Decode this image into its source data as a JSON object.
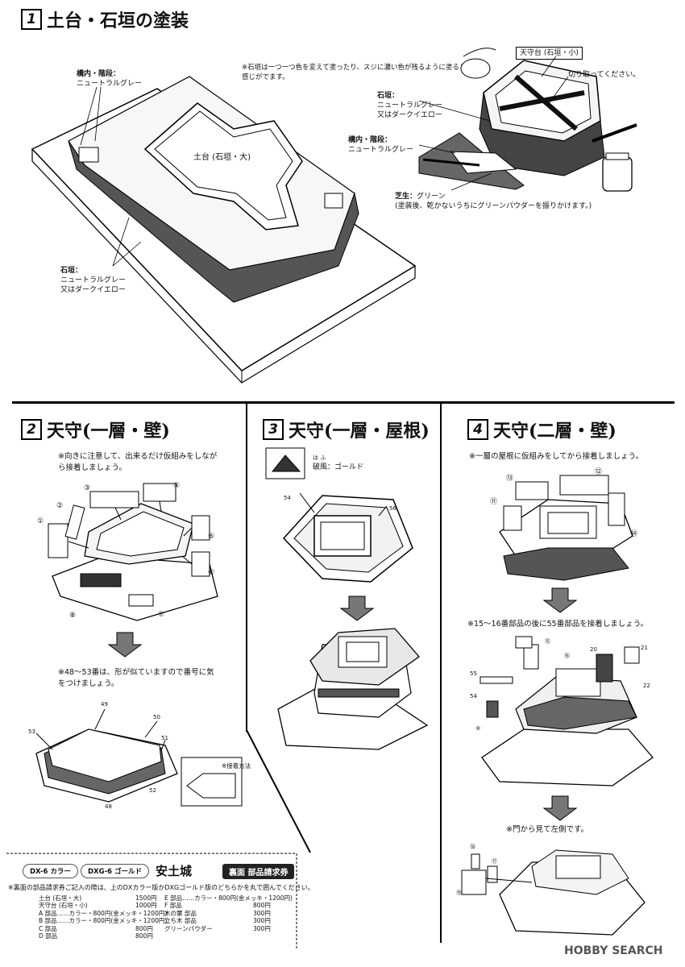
{
  "step1": {
    "num": "1",
    "title": "土台・石垣の塗装",
    "note": "※石垣は一つ一つ色を変えて塗ったり、スジに濃い色が残るように塗ると感じがでます。",
    "labels": {
      "kounai_left": {
        "title": "構内・階段：",
        "color": "ニュートラルグレー"
      },
      "dodai": "土台 (石垣・大)",
      "ishigaki_left": {
        "title": "石垣：",
        "line1": "ニュートラルグレー",
        "line2": "又はダークイエロー"
      },
      "tenshudai": "天守台 (石垣・小)",
      "cut": "切り取ってください。",
      "ishigaki_right": {
        "title": "石垣：",
        "line1": "ニュートラルグレー",
        "line2": "又はダークイエロー"
      },
      "kounai_right": {
        "title": "構内・階段：",
        "color": "ニュートラルグレー"
      },
      "shibafu": {
        "title": "芝生：",
        "color": "グリーン",
        "note": "(塗装後、乾かないうちにグリーンパウダーを振りかけます。)"
      }
    }
  },
  "step2": {
    "num": "2",
    "title": "天守(一層・壁)",
    "note1": "※向きに注意して、出来るだけ仮組みをしながら接着しましょう。",
    "note2": "※48〜53番は、形が似ていますので番号に気をつけましょう。",
    "note3": "※接着方法",
    "parts_top": [
      "①",
      "②",
      "③",
      "④",
      "⑤",
      "⑥",
      "⑦",
      "⑧"
    ],
    "parts_bottom": [
      "48",
      "49",
      "50",
      "51",
      "52",
      "53"
    ]
  },
  "step3": {
    "num": "3",
    "title": "天守(一層・屋根)",
    "ruby": "は ふ",
    "hafu": "破風：ゴールド",
    "parts": [
      "54",
      "56"
    ]
  },
  "step4": {
    "num": "4",
    "title": "天守(二層・壁)",
    "note1": "※一層の屋根に仮組みをしてから接着しましょう。",
    "note2": "※15〜16番部品の後に55番部品を接着しましょう。",
    "note3": "※門から見て左側です。",
    "parts_top": [
      "⑪",
      "⑫",
      "⑬",
      "⑭"
    ],
    "parts_mid": [
      "⑮",
      "⑯",
      "20",
      "21",
      "22",
      "55",
      "54",
      "⑨"
    ],
    "parts_bottom": [
      "⑱",
      "⑰",
      "⑲"
    ]
  },
  "order_form": {
    "dx6": "DX-6 カラー",
    "dxg6": "DXG-6 ゴールド",
    "product": "安土城",
    "heading": "裏面 部品請求券",
    "instruction": "※裏面の部品請求券ご記入の際は、上のDXカラー版かDXGゴールド版のどちらかを丸で囲んでください。",
    "left_rows": [
      {
        "name": "土台 (石垣・大)",
        "price": "1500円"
      },
      {
        "name": "天守台 (石垣・小)",
        "price": "1000円"
      },
      {
        "name": "A 部品……カラー・800円(金メッキ・1200円)",
        "price": ""
      },
      {
        "name": "B 部品……カラー・800円(金メッキ・1200円)",
        "price": ""
      },
      {
        "name": "C 部品",
        "price": "800円"
      },
      {
        "name": "D 部品",
        "price": "800円"
      }
    ],
    "right_rows": [
      {
        "name": "E 部品……カラー・800円(金メッキ・1200円)",
        "price": ""
      },
      {
        "name": "F 部品",
        "price": "800円"
      },
      {
        "name": "木の葉 部品",
        "price": "300円"
      },
      {
        "name": "立ち木 部品",
        "price": "300円"
      },
      {
        "name": "グリーンパウダー",
        "price": "300円"
      }
    ]
  },
  "watermark": "HOBBY SEARCH"
}
